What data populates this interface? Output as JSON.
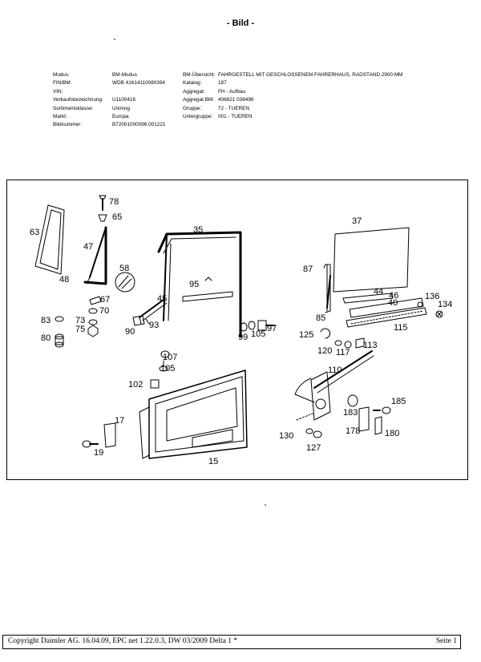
{
  "page": {
    "title": "- Bild -"
  },
  "info": {
    "rows": [
      {
        "label": "Modus:",
        "value": "BM-Modus",
        "label2": "BM-Übersicht:",
        "value2": "FAHRGESTELL MIT GESCHLOSSENEM FAHRERHAUS, RADSTAND 2900 MM"
      },
      {
        "label": "FIN/BM:",
        "value": "WDB 41614110080394",
        "label2": "Katalog:",
        "value2": "187"
      },
      {
        "label": "VIN:",
        "value": "",
        "label2": "Aggregat:",
        "value2": "FH - Aufbau"
      },
      {
        "label": "Verkaufsbezeichnung:",
        "value": "U1100416",
        "label2": "Aggregat BM:",
        "value2": "406821 038496"
      },
      {
        "label": "Sortimentsklasse:",
        "value": "Unimog",
        "label2": "Gruppe:",
        "value2": "72 - TUEREN"
      },
      {
        "label": "Markt:",
        "value": "Europa",
        "label2": "Untergruppe:",
        "value2": "001 - TUEREN"
      },
      {
        "label": "Bildnummer:",
        "value": "B72001000096.001221",
        "label2": "",
        "value2": ""
      }
    ]
  },
  "parts": [
    {
      "n": "78"
    },
    {
      "n": "65"
    },
    {
      "n": "63"
    },
    {
      "n": "47"
    },
    {
      "n": "48"
    },
    {
      "n": "58"
    },
    {
      "n": "35"
    },
    {
      "n": "37"
    },
    {
      "n": "87"
    },
    {
      "n": "95"
    },
    {
      "n": "45"
    },
    {
      "n": "44"
    },
    {
      "n": "46"
    },
    {
      "n": "40"
    },
    {
      "n": "136"
    },
    {
      "n": "134"
    },
    {
      "n": "67"
    },
    {
      "n": "70"
    },
    {
      "n": "83"
    },
    {
      "n": "73"
    },
    {
      "n": "75"
    },
    {
      "n": "90"
    },
    {
      "n": "93"
    },
    {
      "n": "80"
    },
    {
      "n": "99"
    },
    {
      "n": "105"
    },
    {
      "n": "97"
    },
    {
      "n": "85"
    },
    {
      "n": "115"
    },
    {
      "n": "125"
    },
    {
      "n": "120"
    },
    {
      "n": "117"
    },
    {
      "n": "113"
    },
    {
      "n": "107"
    },
    {
      "n": "105"
    },
    {
      "n": "102"
    },
    {
      "n": "110"
    },
    {
      "n": "185"
    },
    {
      "n": "183"
    },
    {
      "n": "17"
    },
    {
      "n": "19"
    },
    {
      "n": "130"
    },
    {
      "n": "178"
    },
    {
      "n": "180"
    },
    {
      "n": "127"
    },
    {
      "n": "15"
    }
  ],
  "footer": {
    "copyright": "Copyright Daimler AG. 16.04.09, EPC net 1.22.0.3, DW 03/2009 Delta 1 *",
    "page": "Seite 1"
  }
}
